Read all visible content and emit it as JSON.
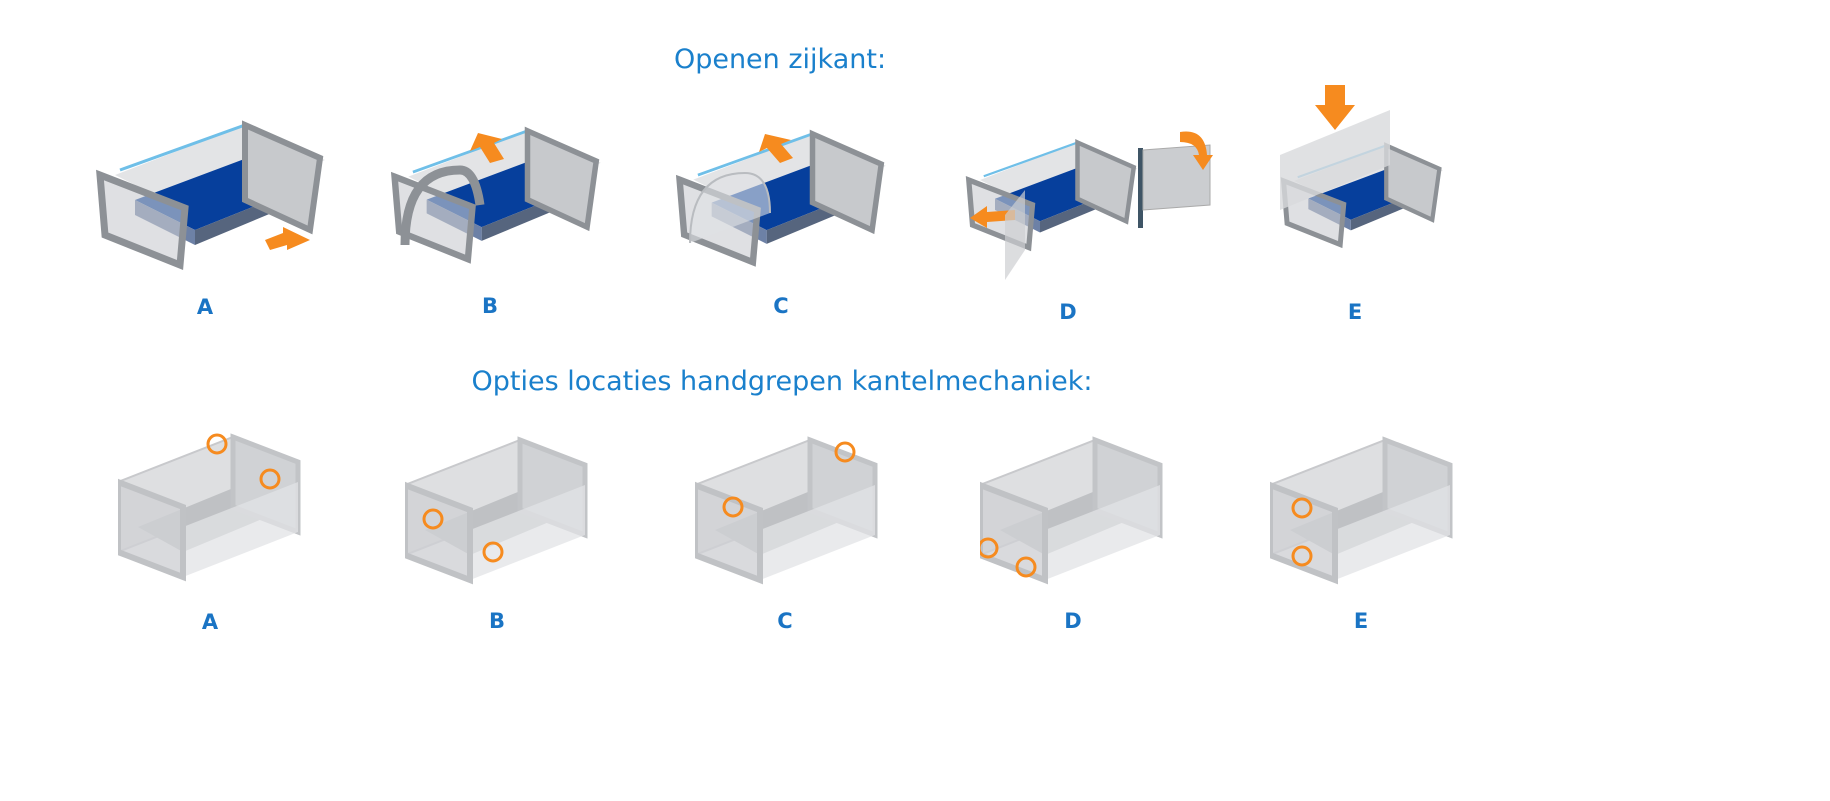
{
  "section1": {
    "title": "Openen zijkant:",
    "items": [
      {
        "label": "A"
      },
      {
        "label": "B"
      },
      {
        "label": "C"
      },
      {
        "label": "D"
      },
      {
        "label": "E"
      }
    ]
  },
  "section2": {
    "title": "Opties locaties handgrepen kantelmechaniek:",
    "items": [
      {
        "label": "A"
      },
      {
        "label": "B"
      },
      {
        "label": "C"
      },
      {
        "label": "D"
      },
      {
        "label": "E"
      }
    ]
  },
  "colors": {
    "title": "#1a80cc",
    "mattress": "#063f9c",
    "arrow": "#f68b1f",
    "frame": "#9a9ea3"
  }
}
